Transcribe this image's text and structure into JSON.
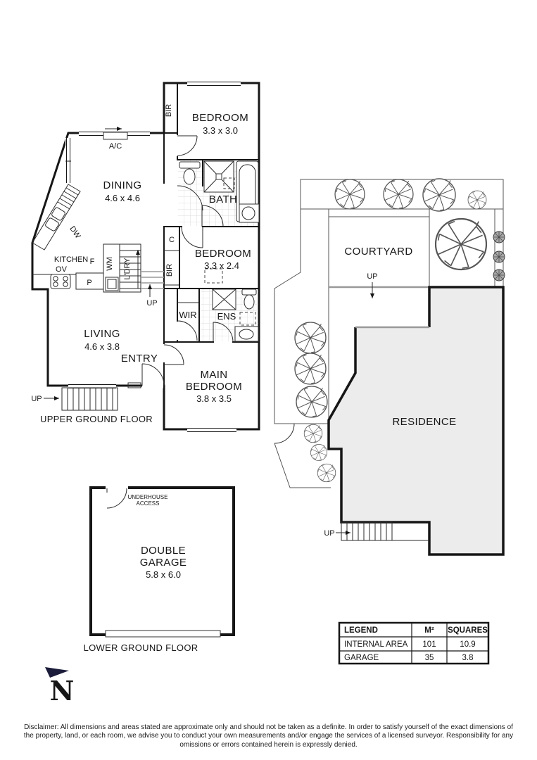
{
  "upper_floor": {
    "title": "UPPER GROUND FLOOR",
    "rooms": {
      "bedroom1": {
        "name": "BEDROOM",
        "dims": "3.3 x 3.0"
      },
      "dining": {
        "name": "DINING",
        "dims": "4.6 x 4.6"
      },
      "bath": {
        "name": "BATH"
      },
      "kitchen": {
        "name": "KITCHEN"
      },
      "bedroom2": {
        "name": "BEDROOM",
        "dims": "3.3 x 2.4"
      },
      "living": {
        "name": "LIVING",
        "dims": "4.6 x 3.8"
      },
      "entry": {
        "name": "ENTRY"
      },
      "main_bedroom": {
        "line1": "MAIN",
        "line2": "BEDROOM",
        "dims": "3.8 x 3.5"
      },
      "wir": {
        "name": "WIR"
      },
      "ens": {
        "name": "ENS"
      }
    },
    "fixtures": {
      "ac": "A/C",
      "dw": "DW",
      "fridge": "F",
      "oven": "OV",
      "pantry": "P",
      "washing_machine": "WM",
      "laundry": "L'DRY",
      "cupboard": "C",
      "bir_bedroom1": "BIR",
      "bir_bedroom2": "BIR",
      "up_internal": "UP",
      "up_external": "UP"
    }
  },
  "site_plan": {
    "courtyard": "COURTYARD",
    "residence": "RESIDENCE",
    "up_courtyard": "UP",
    "up_stairs": "UP"
  },
  "lower_floor": {
    "title": "LOWER GROUND FLOOR",
    "garage": {
      "line1": "DOUBLE",
      "line2": "GARAGE",
      "dims": "5.8 x 6.0"
    },
    "underhouse": {
      "line1": "UNDERHOUSE",
      "line2": "ACCESS"
    }
  },
  "legend": {
    "headers": [
      "LEGEND",
      "M²",
      "SQUARES"
    ],
    "rows": [
      {
        "label": "INTERNAL AREA",
        "m2": "101",
        "squares": "10.9"
      },
      {
        "label": "GARAGE",
        "m2": "35",
        "squares": "3.8"
      }
    ]
  },
  "compass": {
    "label": "N"
  },
  "disclaimer": "Disclaimer: All dimensions and areas stated are approximate only and should not be taken as a definite. In order to satisfy yourself of the exact dimensions of the property, land, or each room, we advise you to conduct your own measurements and/or engage the services of a licensed surveyor. Responsibility for any omissions or errors contained herein is expressly denied.",
  "colors": {
    "walls": "#161616",
    "garden_fill": "#e6e6e6",
    "residence_fill": "#ececec",
    "stair_gray": "#999999",
    "compass": "#1b1b3a"
  }
}
